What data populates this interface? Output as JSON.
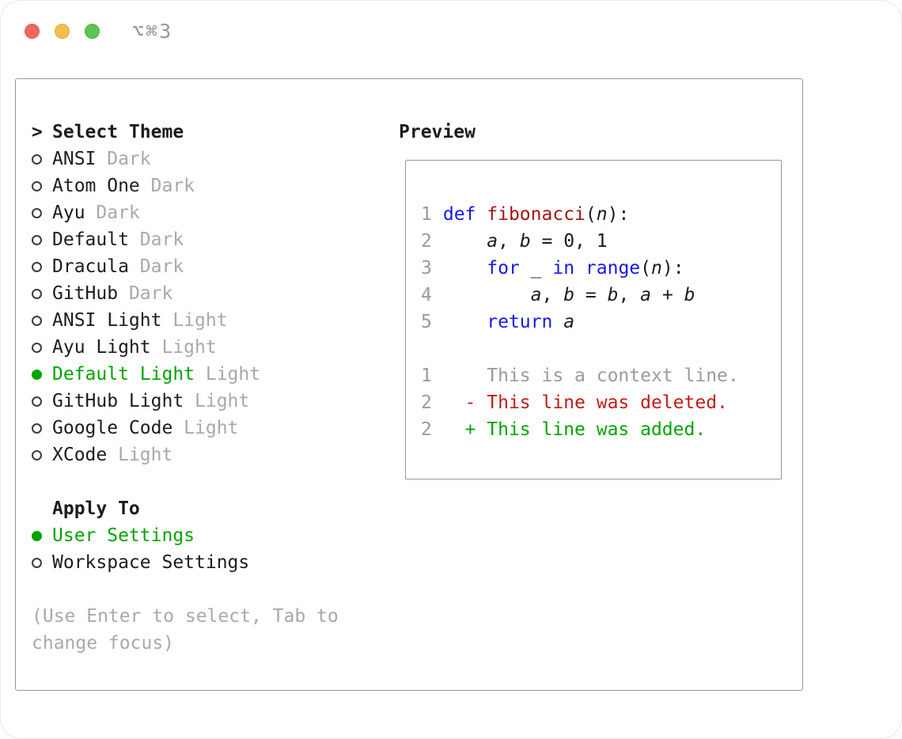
{
  "titlebar": {
    "shortcut": "⌥⌘3"
  },
  "theme_selector": {
    "prompt": ">",
    "title": "Select Theme",
    "items": [
      {
        "name": "ANSI",
        "variant": "Dark",
        "selected": false
      },
      {
        "name": "Atom One",
        "variant": "Dark",
        "selected": false
      },
      {
        "name": "Ayu",
        "variant": "Dark",
        "selected": false
      },
      {
        "name": "Default",
        "variant": "Dark",
        "selected": false
      },
      {
        "name": "Dracula",
        "variant": "Dark",
        "selected": false
      },
      {
        "name": "GitHub",
        "variant": "Dark",
        "selected": false
      },
      {
        "name": "ANSI Light",
        "variant": "Light",
        "selected": false
      },
      {
        "name": "Ayu Light",
        "variant": "Light",
        "selected": false
      },
      {
        "name": "Default Light",
        "variant": "Light",
        "selected": true
      },
      {
        "name": "GitHub Light",
        "variant": "Light",
        "selected": false
      },
      {
        "name": "Google Code",
        "variant": "Light",
        "selected": false
      },
      {
        "name": "XCode",
        "variant": "Light",
        "selected": false
      }
    ]
  },
  "apply_to": {
    "title": "Apply To",
    "options": [
      {
        "label": "User Settings",
        "selected": true
      },
      {
        "label": "Workspace Settings",
        "selected": false
      }
    ]
  },
  "hint": "(Use Enter to select, Tab to change focus)",
  "preview": {
    "title": "Preview",
    "code": [
      {
        "num": "1",
        "tokens": [
          {
            "text": "def",
            "style": "kw"
          },
          {
            "text": " ",
            "style": "pl"
          },
          {
            "text": "fibonacci",
            "style": "fn"
          },
          {
            "text": "(",
            "style": "pl"
          },
          {
            "text": "n",
            "style": "var"
          },
          {
            "text": "):",
            "style": "pl"
          }
        ]
      },
      {
        "num": "2",
        "tokens": [
          {
            "text": "    ",
            "style": "pl"
          },
          {
            "text": "a",
            "style": "var"
          },
          {
            "text": ", ",
            "style": "pl"
          },
          {
            "text": "b",
            "style": "var"
          },
          {
            "text": " = 0, 1",
            "style": "pl"
          }
        ]
      },
      {
        "num": "3",
        "tokens": [
          {
            "text": "    ",
            "style": "pl"
          },
          {
            "text": "for",
            "style": "kw"
          },
          {
            "text": " _ ",
            "style": "pl"
          },
          {
            "text": "in",
            "style": "kw"
          },
          {
            "text": " ",
            "style": "pl"
          },
          {
            "text": "range",
            "style": "kw"
          },
          {
            "text": "(",
            "style": "pl"
          },
          {
            "text": "n",
            "style": "var"
          },
          {
            "text": "):",
            "style": "pl"
          }
        ]
      },
      {
        "num": "4",
        "tokens": [
          {
            "text": "        ",
            "style": "pl"
          },
          {
            "text": "a",
            "style": "var"
          },
          {
            "text": ", ",
            "style": "pl"
          },
          {
            "text": "b",
            "style": "var"
          },
          {
            "text": " = ",
            "style": "pl"
          },
          {
            "text": "b",
            "style": "var"
          },
          {
            "text": ", ",
            "style": "pl"
          },
          {
            "text": "a",
            "style": "var"
          },
          {
            "text": " + ",
            "style": "pl"
          },
          {
            "text": "b",
            "style": "var"
          }
        ]
      },
      {
        "num": "5",
        "tokens": [
          {
            "text": "    ",
            "style": "pl"
          },
          {
            "text": "return",
            "style": "kw"
          },
          {
            "text": " ",
            "style": "pl"
          },
          {
            "text": "a",
            "style": "var"
          }
        ]
      }
    ],
    "diff": [
      {
        "num": "1",
        "text": "    This is a context line.",
        "type": "context"
      },
      {
        "num": "2",
        "text": "  - This line was deleted.",
        "type": "deleted"
      },
      {
        "num": "2",
        "text": "  + This line was added.",
        "type": "added"
      }
    ]
  },
  "colors": {
    "accent_green": "#00a400",
    "keyword_blue": "#1717e6",
    "function_red": "#a31515",
    "deleted_red": "#c41a16",
    "added_green": "#00a400",
    "muted_gray": "#9a9aa0",
    "traffic_red": "#ee6a5f",
    "traffic_yellow": "#f5bf4f",
    "traffic_green": "#5fc454"
  }
}
